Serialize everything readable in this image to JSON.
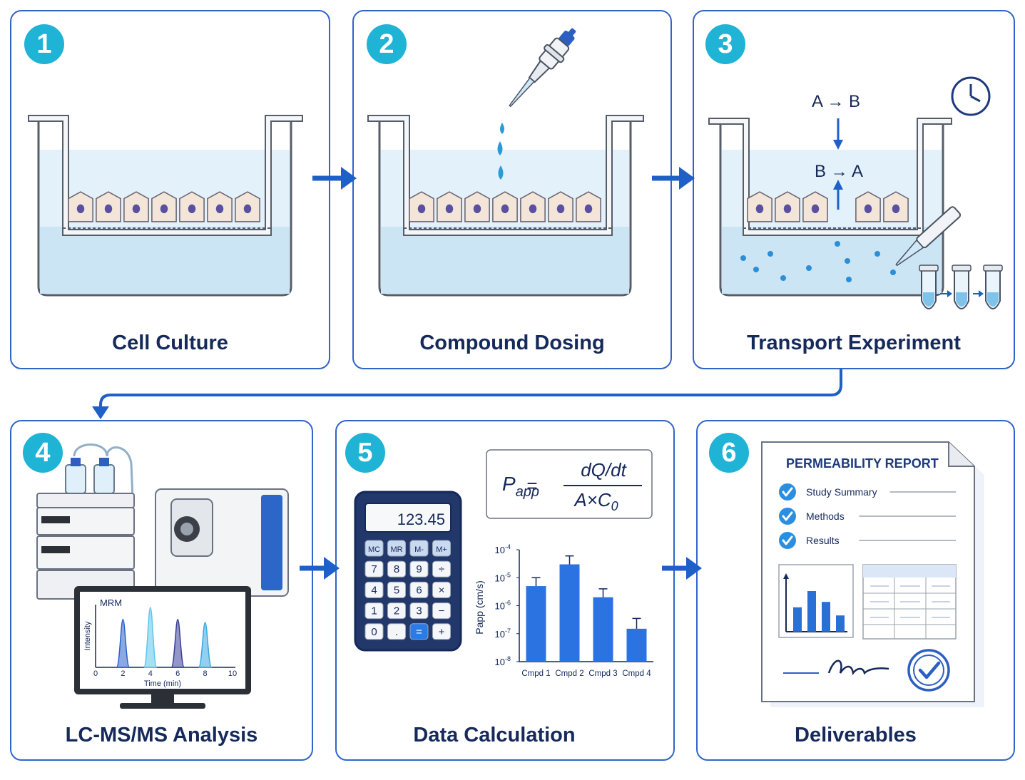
{
  "colors": {
    "border": "#2f65c9",
    "badge": "#1fb3d6",
    "title": "#15295a",
    "arrow": "#1f5fc8",
    "liquid": "#d9ecf8",
    "cell": "#f3e6d8",
    "nucleus": "#5a4fa0"
  },
  "steps": [
    {
      "number": "1",
      "title": "Cell Culture"
    },
    {
      "number": "2",
      "title": "Compound Dosing"
    },
    {
      "number": "3",
      "title": "Transport Experiment"
    },
    {
      "number": "4",
      "title": "LC-MS/MS Analysis"
    },
    {
      "number": "5",
      "title": "Data Calculation"
    },
    {
      "number": "6",
      "title": "Deliverables"
    }
  ],
  "transport": {
    "ab_label": "A → B",
    "ba_label": "B → A",
    "icons": [
      "clock-icon",
      "pipette-icon",
      "sample-tube-icon"
    ]
  },
  "lcms": {
    "screen_label": "MRM",
    "ylabel": "Intensity",
    "xlabel": "Time (min)",
    "xticks": [
      "0",
      "2",
      "4",
      "6",
      "8",
      "10"
    ],
    "peaks": [
      {
        "time": 2,
        "height": 0.8
      },
      {
        "time": 4,
        "height": 1.0
      },
      {
        "time": 6,
        "height": 0.8
      },
      {
        "time": 8,
        "height": 0.75
      }
    ]
  },
  "calculator": {
    "display": "123.45",
    "keys": [
      [
        "MC",
        "MR",
        "M-",
        "M+"
      ],
      [
        "7",
        "8",
        "9",
        "÷"
      ],
      [
        "4",
        "5",
        "6",
        "×"
      ],
      [
        "1",
        "2",
        "3",
        "−"
      ],
      [
        "0",
        ".",
        "=",
        "+"
      ]
    ]
  },
  "formula": {
    "lhs_main": "P",
    "lhs_sub": "app",
    "equals": "=",
    "numerator": "dQ/dt",
    "den_main": "A×C",
    "den_sub": "0"
  },
  "chart_data": {
    "type": "bar",
    "categories": [
      "Cmpd 1",
      "Cmpd 2",
      "Cmpd 3",
      "Cmpd 4"
    ],
    "values": [
      5e-06,
      3e-05,
      2e-06,
      1.5e-07
    ],
    "errors_upper": [
      1e-05,
      6e-05,
      4e-06,
      3.5e-07
    ],
    "ylabel": "Papp (cm/s)",
    "yscale": "log",
    "ylim": [
      1e-08,
      0.0001
    ],
    "yticks": [
      {
        "base": "10",
        "exp": "-4"
      },
      {
        "base": "10",
        "exp": "-5"
      },
      {
        "base": "10",
        "exp": "-6"
      },
      {
        "base": "10",
        "exp": "-7"
      },
      {
        "base": "10",
        "exp": "-8"
      }
    ],
    "color": "#2a73e0"
  },
  "report": {
    "title": "PERMEABILITY REPORT",
    "items": [
      "Study Summary",
      "Methods",
      "Results"
    ],
    "mini_bars": [
      0.45,
      0.75,
      0.55,
      0.3
    ]
  }
}
